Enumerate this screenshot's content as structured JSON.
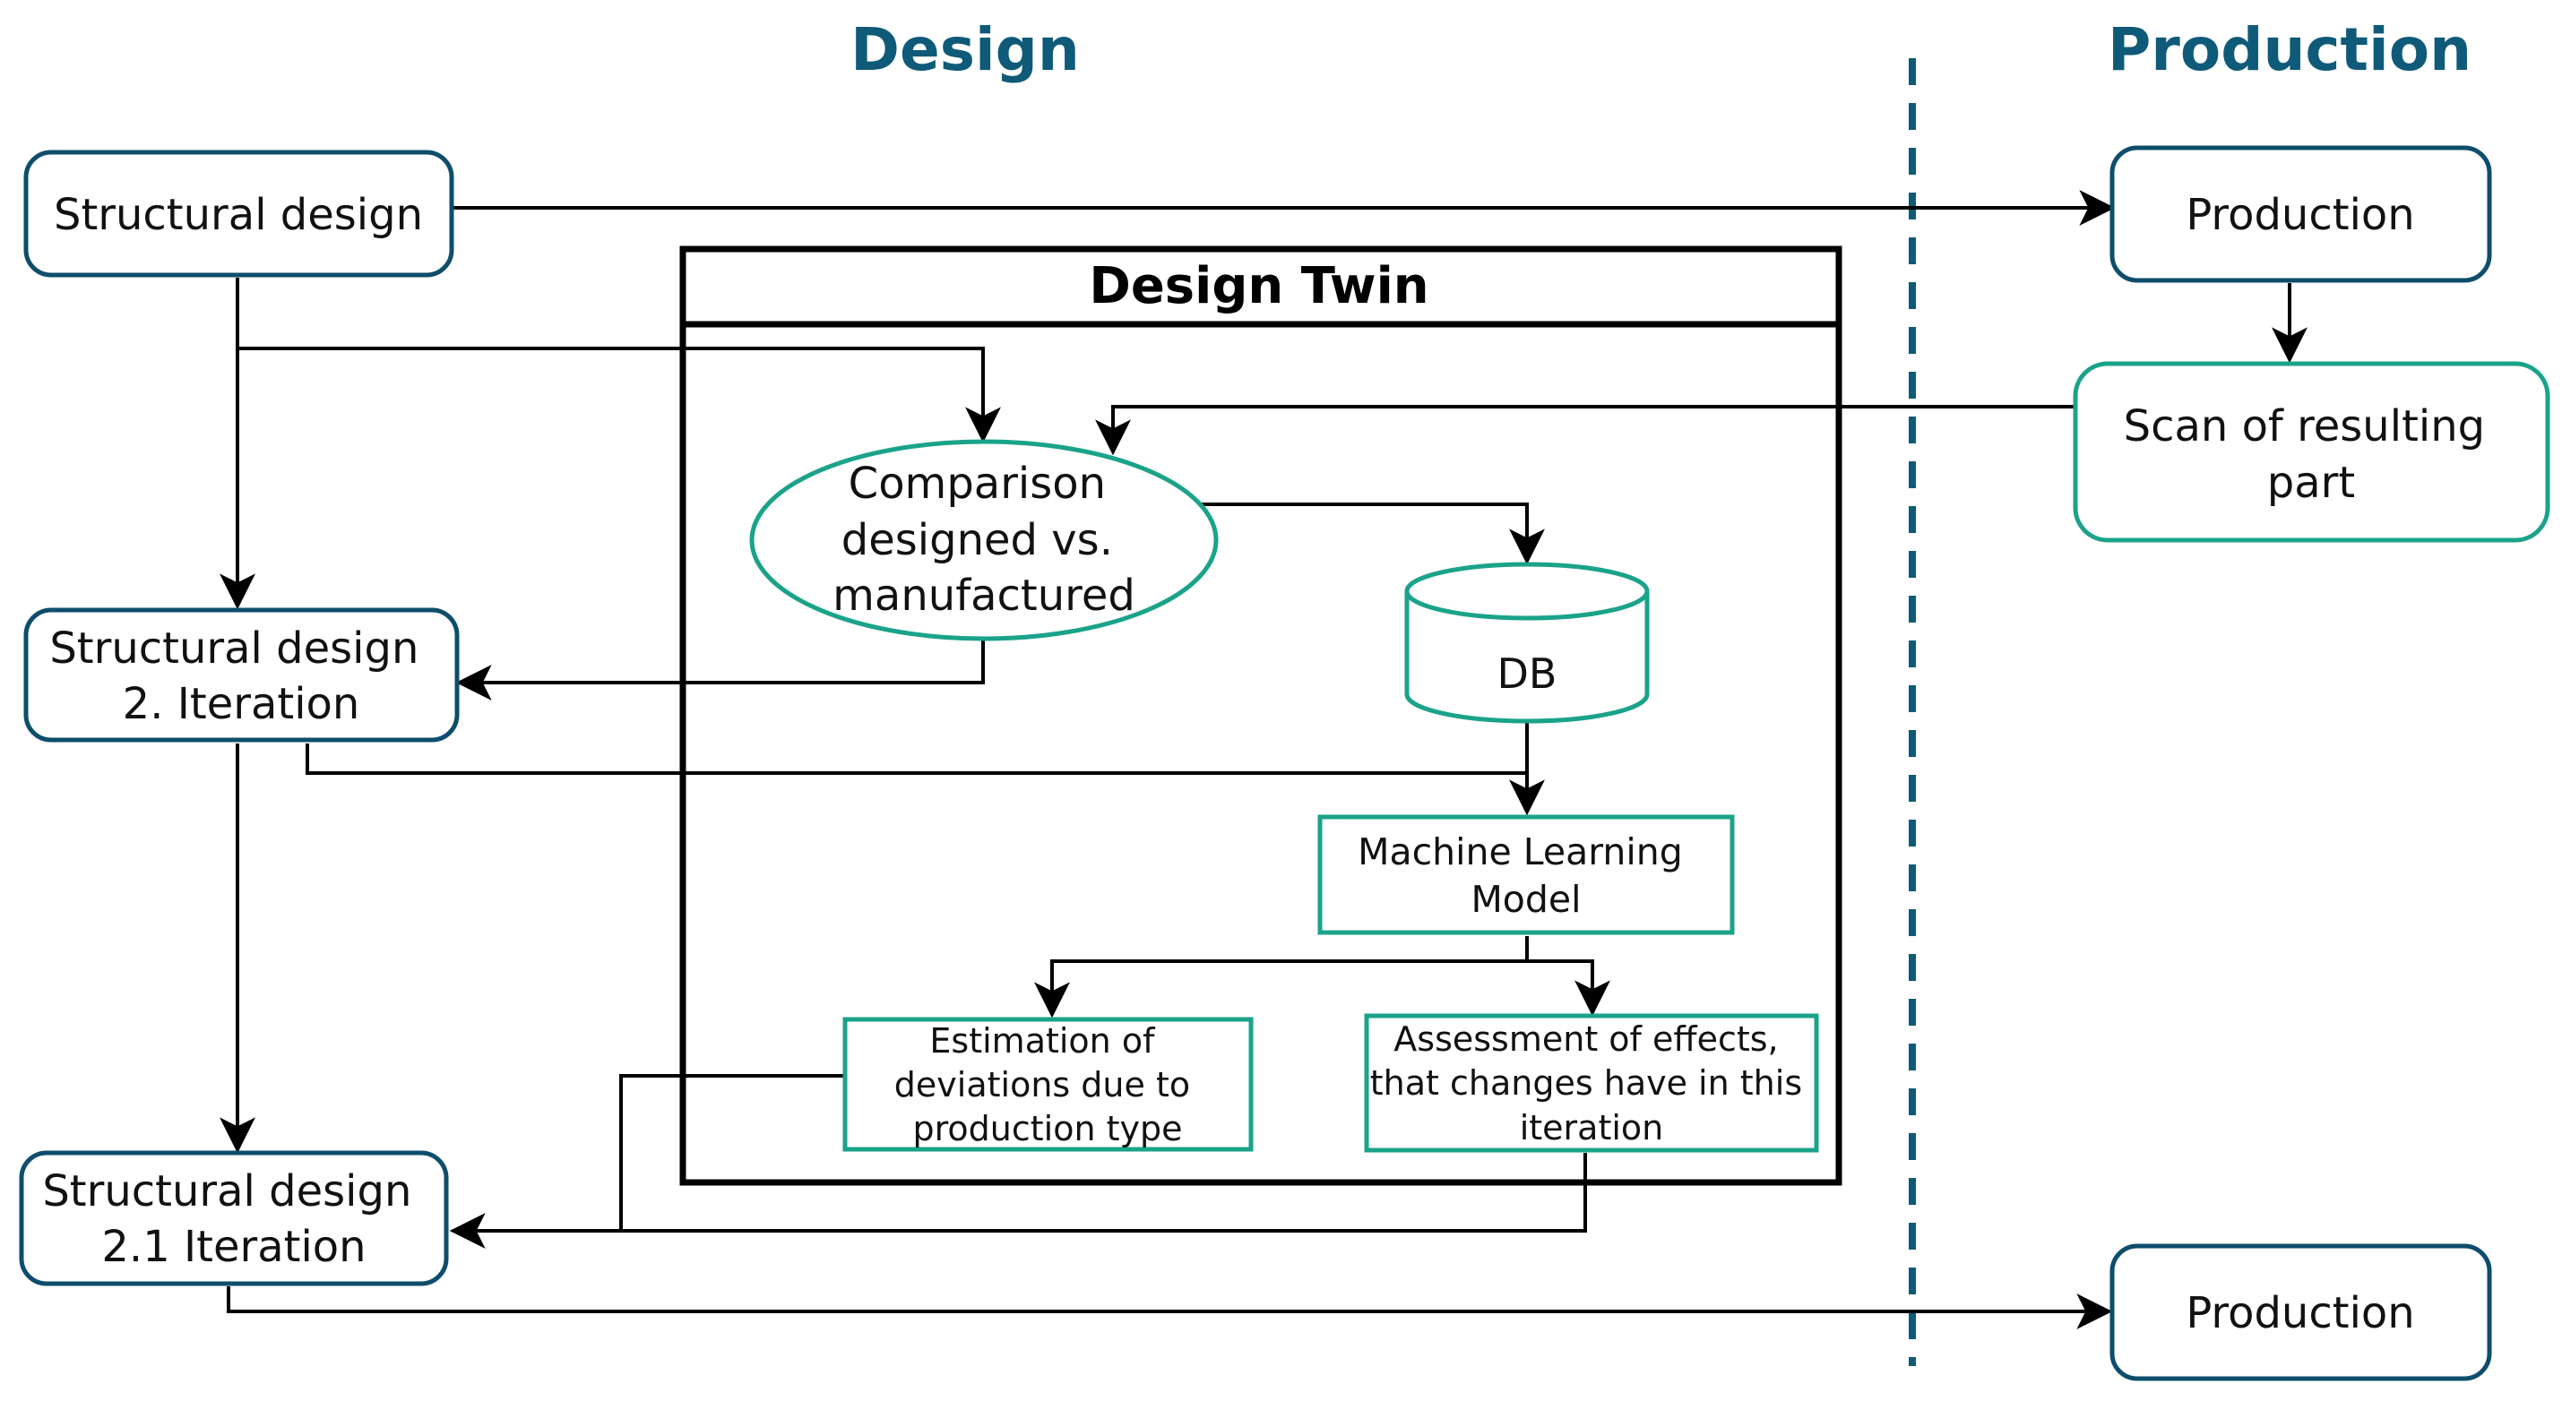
{
  "headers": {
    "design": "Design",
    "production": "Production"
  },
  "twin": {
    "title": "Design Twin"
  },
  "nodes": {
    "structural_design": [
      "Structural design"
    ],
    "structural_design_2": [
      "Structural design",
      "2. Iteration"
    ],
    "structural_design_21": [
      "Structural design",
      "2.1 Iteration"
    ],
    "production_top": [
      "Production"
    ],
    "production_bottom": [
      "Production"
    ],
    "scan": [
      "Scan of resulting",
      "part"
    ],
    "comparison": [
      "Comparison",
      "designed vs.",
      "manufactured"
    ],
    "db": [
      "DB"
    ],
    "ml_model": [
      "Machine Learning",
      "Model"
    ],
    "estimation": [
      "Estimation of",
      "deviations due to",
      "production type"
    ],
    "assessment": [
      "Assessment of effects,",
      "that changes have in this",
      "iteration"
    ]
  },
  "colors": {
    "header": "#0e5a78",
    "navy_border": "#0e4d6b",
    "teal_border": "#1aa38a",
    "divider": "#0e5a78",
    "lines": "#000000"
  }
}
